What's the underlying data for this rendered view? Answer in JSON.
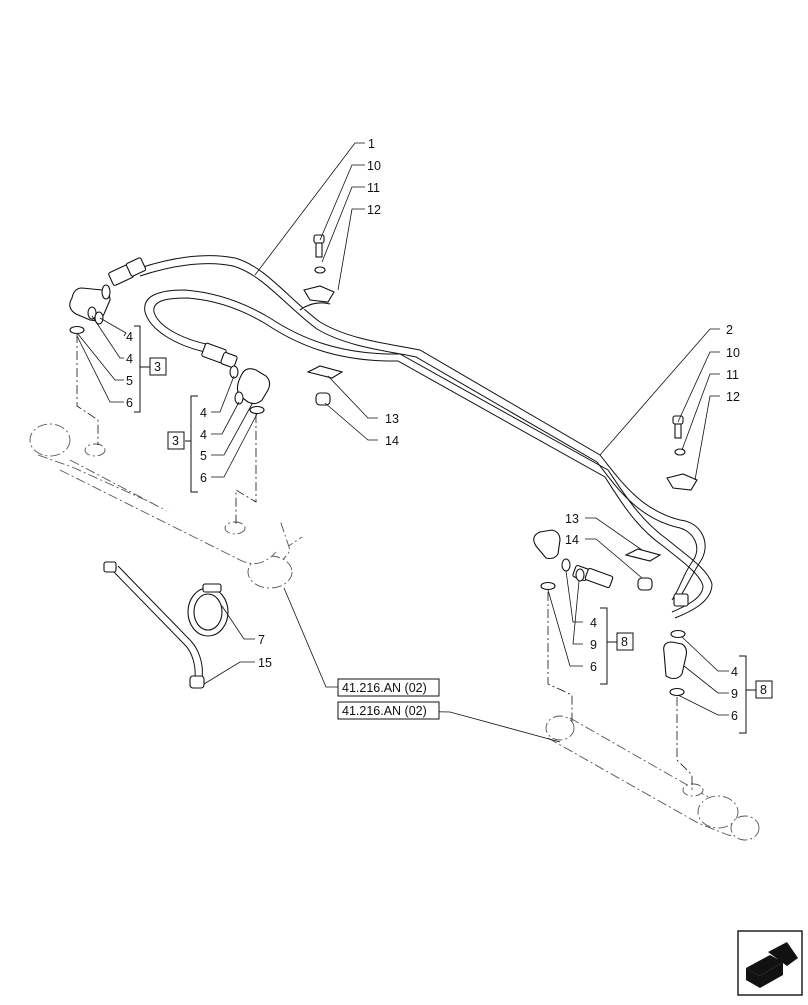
{
  "callouts": {
    "c1": "1",
    "c2": "2",
    "c10a": "10",
    "c11a": "11",
    "c12a": "12",
    "c10b": "10",
    "c11b": "11",
    "c12b": "12",
    "c13a": "13",
    "c14a": "14",
    "c13b": "13",
    "c14b": "14",
    "c7": "7",
    "c15": "15",
    "g1": [
      "4",
      "4",
      "5",
      "6"
    ],
    "g2": [
      "4",
      "4",
      "5",
      "6"
    ],
    "g3": [
      "4",
      "9",
      "6"
    ],
    "g4": [
      "4",
      "9",
      "6"
    ]
  },
  "kits": {
    "k1": "3",
    "k2": "3",
    "k3": "8",
    "k4": "8"
  },
  "references": {
    "ref1": "41.216.AN (02)",
    "ref2": "41.216.AN (02)"
  },
  "icons": {
    "nav": "next-page-arrow-icon"
  }
}
